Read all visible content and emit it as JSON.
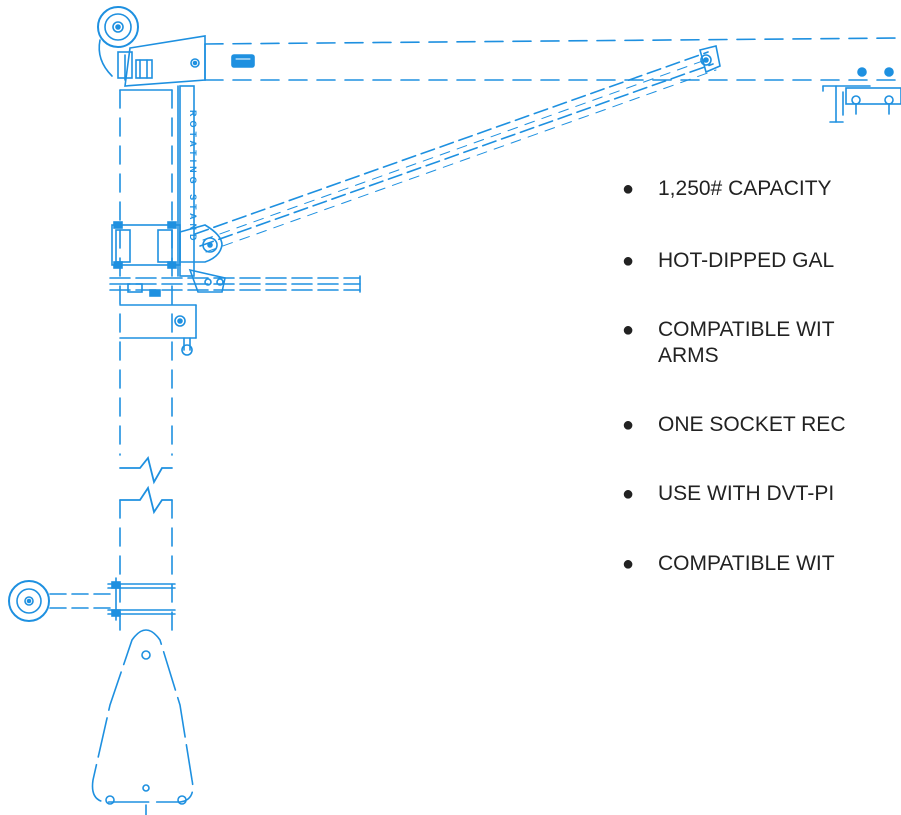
{
  "colors": {
    "line": "#1e90e0",
    "text": "#222222",
    "background": "#ffffff"
  },
  "drawing": {
    "vertical_label": "ROTATING STAND"
  },
  "features": [
    {
      "text": "1,250# CAPACITY"
    },
    {
      "text": "HOT-DIPPED GAL"
    },
    {
      "text": "COMPATIBLE WIT",
      "continuation": "ARMS"
    },
    {
      "text": "ONE SOCKET REC"
    },
    {
      "text": "USE WITH DVT-PI"
    },
    {
      "text": "COMPATIBLE WIT"
    }
  ]
}
